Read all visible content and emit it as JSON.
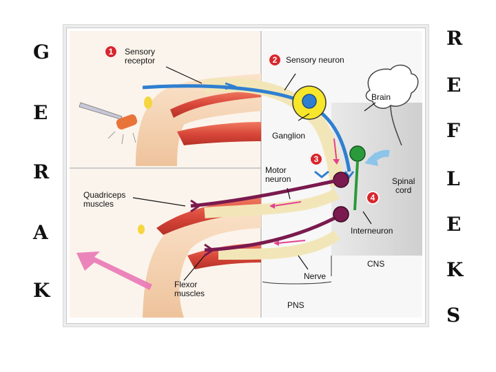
{
  "side_letters": {
    "left": [
      "G",
      "E",
      "R",
      "A",
      "K"
    ],
    "right": [
      "R",
      "E",
      "F",
      "L",
      "E",
      "K",
      "S"
    ]
  },
  "diagram": {
    "labels": {
      "step1_num": "1",
      "sensory_receptor": "Sensory\nreceptor",
      "step2_num": "2",
      "sensory_neuron": "Sensory neuron",
      "brain": "Brain",
      "ganglion": "Ganglion",
      "step3_num": "3",
      "motor_neuron": "Motor\nneuron",
      "step4_num": "4",
      "spinal_cord": "Spinal\ncord",
      "quadriceps": "Quadriceps\nmuscles",
      "interneuron": "Interneuron",
      "cns": "CNS",
      "nerve": "Nerve",
      "flexor": "Flexor\nmuscles",
      "pns": "PNS"
    },
    "colors": {
      "sensory": "#2f7fd0",
      "motor": "#7a1a4e",
      "interneuron": "#2a9a3a",
      "arrow": "#e4418f",
      "muscle": "#d9483b",
      "skin": "#f6d2b0",
      "ganglion": "#f7e62a"
    }
  }
}
